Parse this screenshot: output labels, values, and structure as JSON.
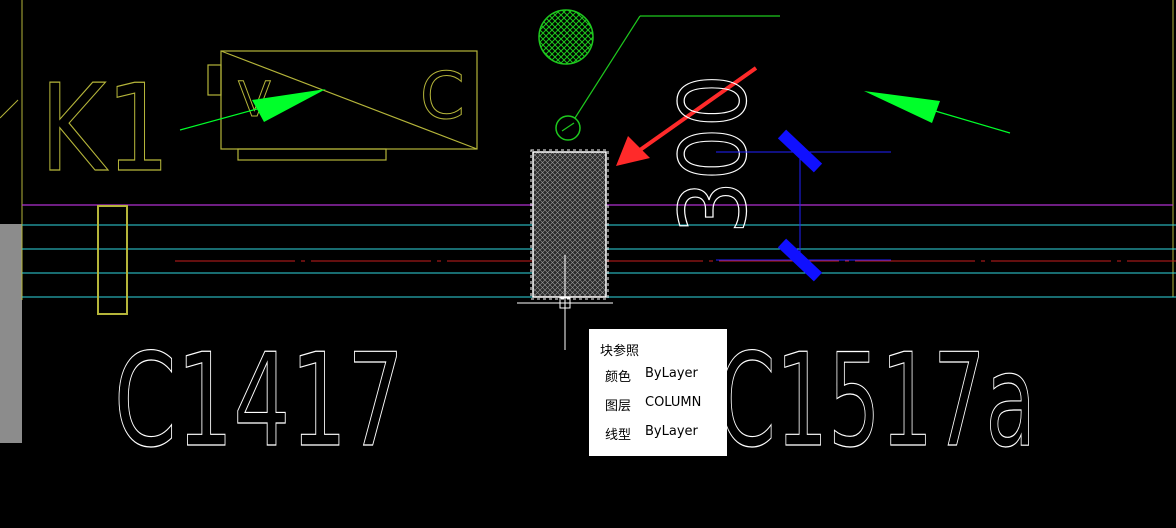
{
  "drawing": {
    "label_k1": "K1",
    "label_v": "V",
    "label_c": "C",
    "label_dimension": "300",
    "label_window_left": "C1417",
    "label_window_right": "C1517a",
    "colors": {
      "background": "#000000",
      "wall": "#b5b53a",
      "axis_magenta": "#b030d0",
      "axis_cyan": "#30d8e0",
      "center_red": "#c81e1e",
      "leader_green": "#1ec81e",
      "arrow_green": "#00ff2a",
      "arrow_red": "#ff2a2a",
      "blue_line": "#2020ff",
      "text_white": "#ffffff",
      "sidebar_grey": "#8c8c8c"
    }
  },
  "tooltip": {
    "title": "块参照",
    "rows": [
      {
        "key": "颜色",
        "value": "ByLayer"
      },
      {
        "key": "图层",
        "value": "COLUMN"
      },
      {
        "key": "线型",
        "value": "ByLayer"
      }
    ]
  }
}
